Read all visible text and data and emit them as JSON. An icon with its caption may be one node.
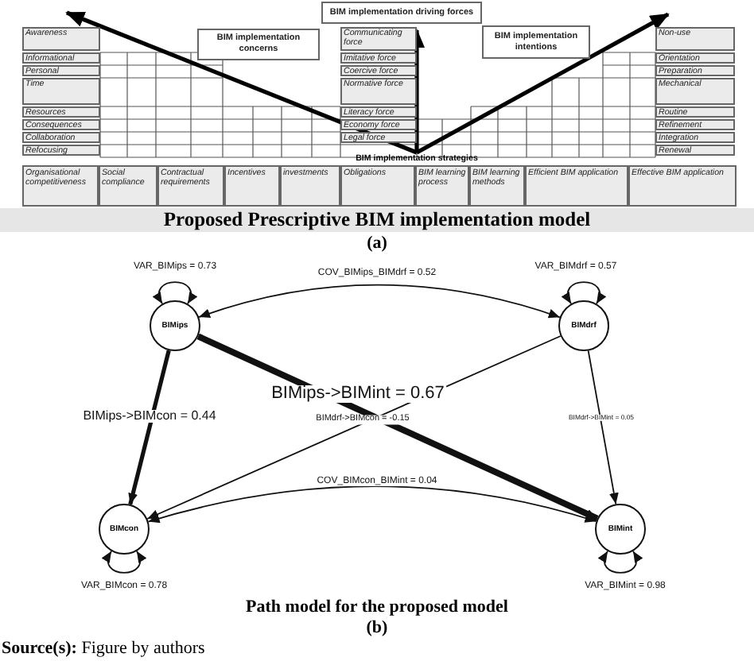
{
  "diagram": {
    "caption": "**Source(s):** Figure by authors",
    "nodes": [
      {
        "text": [
          "BIM implementation driving forces"
        ]
      },
      {
        "text": [
          "BIM implementation concerns"
        ]
      },
      {
        "text": [
          "BIM implementation intentions"
        ]
      },
      {
        "text": [
          "BIMips"
        ]
      },
      {
        "text": [
          "BIMdrf"
        ]
      },
      {
        "text": [
          "BIMcon"
        ]
      },
      {
        "text": [
          "BIMint"
        ]
      }
    ],
    "edges": [
      {
        "from": 3,
        "to": 4,
        "arrow": "both",
        "label": "COV_BIMips_BIMdrf = 0.52"
      },
      {
        "from": 3,
        "to": 5,
        "arrow": "to",
        "label": "BIMips->BIMcon = 0.44",
        "style": "thick"
      },
      {
        "from": 3,
        "to": 6,
        "arrow": "to",
        "label": "BIMips->BIMint = 0.67",
        "style": "thick"
      },
      {
        "from": 4,
        "to": 5,
        "arrow": "to",
        "label": "BIMdrf->BIMcon = -0.15"
      },
      {
        "from": 4,
        "to": 6,
        "arrow": "to",
        "label": "BIMdrf->BIMint = 0.05"
      },
      {
        "from": 5,
        "to": 6,
        "arrow": "both",
        "label": "COV_BIMcon_BIMint = 0.04"
      },
      {
        "from": 3,
        "to": 3,
        "arrow": "both",
        "label": "VAR_BIMips = 0.73"
      },
      {
        "from": 4,
        "to": 4,
        "arrow": "both",
        "label": "VAR_BIMdrf = 0.57"
      },
      {
        "from": 5,
        "to": 5,
        "arrow": "both",
        "label": "VAR_BIMcon = 0.78"
      },
      {
        "from": 6,
        "to": 6,
        "arrow": "both",
        "label": "VAR_BIMint = 0.98"
      }
    ],
    "labels": [
      "Awareness",
      "Informational",
      "Personal",
      "Time",
      "Resources",
      "Consequences",
      "Collaboration",
      "Refocusing",
      "Communicating force",
      "Imitative force",
      "Coercive force",
      "Normative force",
      "Literacy force",
      "Economy force",
      "Legal force",
      "Non-use",
      "Orientation",
      "Preparation",
      "Mechanical",
      "Routine",
      "Refinement",
      "Integration",
      "Renewal",
      "BIM implementation strategies",
      "Organisational competitiveness",
      "Social compliance",
      "Contractual requirements",
      "Incentives",
      "investments",
      "Obligations",
      "BIM learning process",
      "BIM learning methods",
      "Efficient BIM application",
      "Effective BIM application",
      "Proposed Prescriptive BIM implementation model",
      "(a)",
      "Path model for the proposed model",
      "(b)"
    ]
  }
}
